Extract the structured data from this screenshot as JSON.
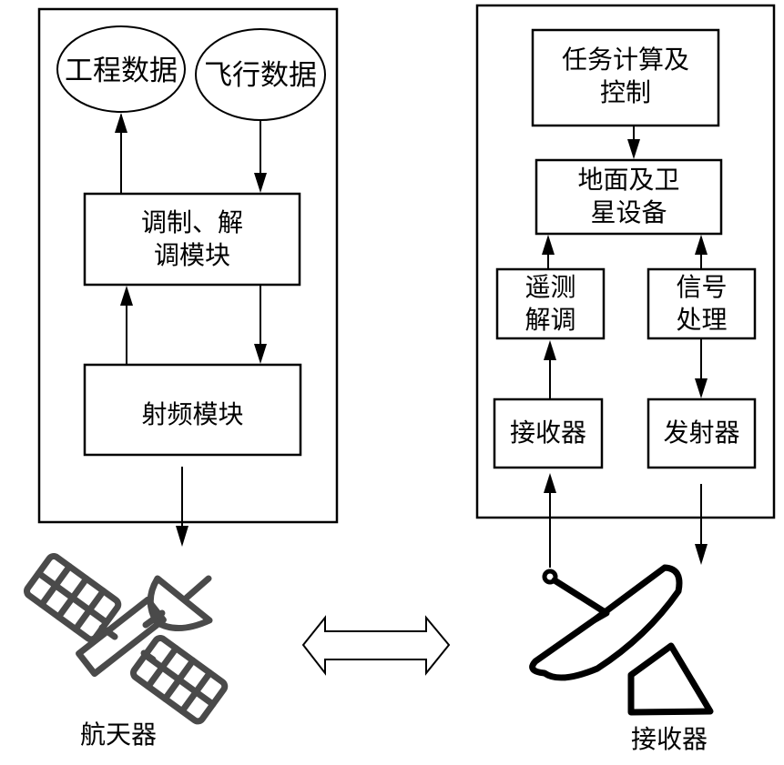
{
  "spacecraft_side": {
    "nodes": {
      "engineering_data": "工程数据",
      "flight_data": "飞行数据",
      "mod_demod": "调制、解\n调模块",
      "rf_module": "射频模块"
    },
    "icon_label": "航天器"
  },
  "ground_side": {
    "nodes": {
      "mission_compute": "任务计算及\n控制",
      "ground_sat_equipment": "地面及卫\n星设备",
      "telemetry_demod": "遥测\n解调",
      "signal_processing": "信号\n处理",
      "receiver": "接收器",
      "transmitter": "发射器"
    },
    "icon_label": "接收器"
  },
  "link": "bidirectional",
  "colors": {
    "line": "#000000",
    "icon": "#4a4a4a"
  }
}
